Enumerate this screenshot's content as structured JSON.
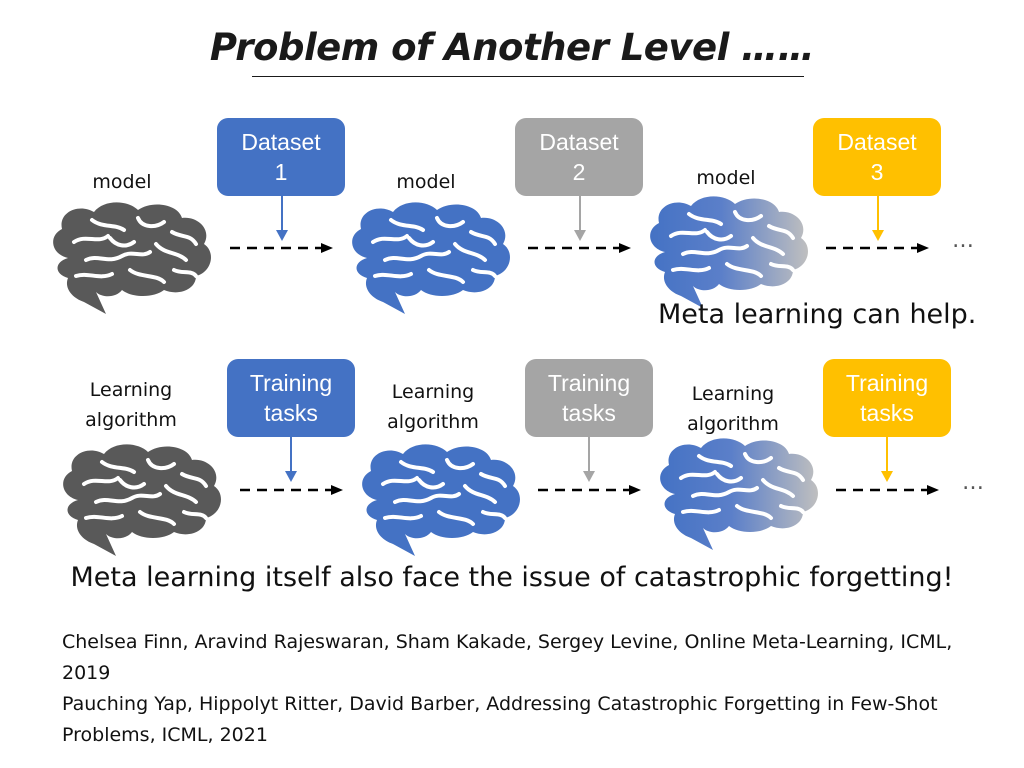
{
  "title": "Problem of Another Level ……",
  "row1": {
    "labels": [
      "model",
      "model",
      "model"
    ],
    "datasets": [
      {
        "line1": "Dataset",
        "line2": "1"
      },
      {
        "line1": "Dataset",
        "line2": "2"
      },
      {
        "line1": "Dataset",
        "line2": "3"
      }
    ],
    "ellipsis": "…"
  },
  "meta_help": "Meta learning can help.",
  "row2": {
    "labels": [
      {
        "line1": "Learning",
        "line2": "algorithm"
      },
      {
        "line1": "Learning",
        "line2": "algorithm"
      },
      {
        "line1": "Learning",
        "line2": "algorithm"
      }
    ],
    "tasks": [
      {
        "line1": "Training",
        "line2": "tasks"
      },
      {
        "line1": "Training",
        "line2": "tasks"
      },
      {
        "line1": "Training",
        "line2": "tasks"
      }
    ],
    "ellipsis": "…"
  },
  "conclusion": "Meta learning itself also face the issue of catastrophic forgetting!",
  "references": [
    "Chelsea Finn, Aravind Rajeswaran, Sham Kakade, Sergey Levine, Online Meta-Learning, ICML, 2019",
    "Pauching Yap, Hippolyt Ritter, David Barber, Addressing Catastrophic Forgetting in Few-Shot Problems, ICML, 2021"
  ],
  "colors": {
    "dark_brain": "#595959",
    "blue": "#4472c4",
    "gray": "#a5a5a5",
    "gold": "#ffc000",
    "fade_gray": "#bfbfbf"
  },
  "icons": [
    "brain-icon-dark",
    "brain-icon-blue",
    "brain-icon-fading"
  ]
}
